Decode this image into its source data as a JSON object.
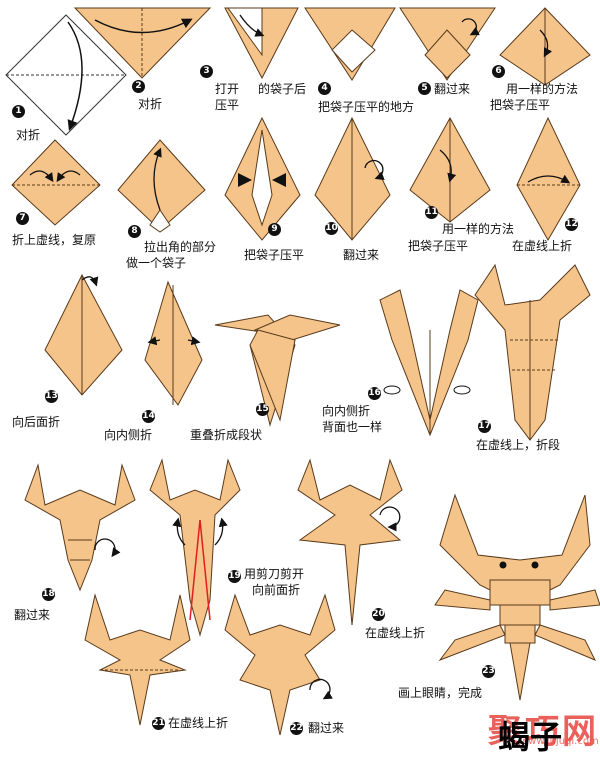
{
  "colors": {
    "paper": "#f5c48a",
    "edge": "#5a3a1a",
    "arrow": "#111111",
    "cut": "#e02020",
    "watermark": "#e8514a"
  },
  "title": "蝎子",
  "watermark": {
    "brand": "聚巧网",
    "url": "www.jujuqi.com"
  },
  "steps": [
    {
      "n": "1",
      "label": "对折"
    },
    {
      "n": "2",
      "label": "对折"
    },
    {
      "n": "3",
      "label": "打开的袋子后压平"
    },
    {
      "n": "4",
      "label": "把袋子压平的地方"
    },
    {
      "n": "5",
      "label": "翻过来"
    },
    {
      "n": "6",
      "label": "用一样的方法把袋子压平"
    },
    {
      "n": "7",
      "label": "折上虚线，复原"
    },
    {
      "n": "8",
      "label": "拉出角的部分做一个袋子"
    },
    {
      "n": "9",
      "label": "把袋子压平"
    },
    {
      "n": "10",
      "label": "翻过来"
    },
    {
      "n": "11",
      "label": "用一样的方法把袋子压平"
    },
    {
      "n": "12",
      "label": "在虚线上折"
    },
    {
      "n": "13",
      "label": "向后面折"
    },
    {
      "n": "14",
      "label": "向内侧折"
    },
    {
      "n": "15",
      "label": "重叠折成段状"
    },
    {
      "n": "16",
      "label": "向内侧折背面也一样"
    },
    {
      "n": "17",
      "label": "在虚线上，折段"
    },
    {
      "n": "18",
      "label": "翻过来"
    },
    {
      "n": "19",
      "label": "用剪刀剪开向前面折"
    },
    {
      "n": "20",
      "label": "在虚线上折"
    },
    {
      "n": "21",
      "label": "在虚线上折"
    },
    {
      "n": "22",
      "label": "翻过来"
    },
    {
      "n": "23",
      "label": "画上眼睛，完成"
    }
  ],
  "labels": {
    "s1": "对折",
    "s2": "对折",
    "s3a": "打开",
    "s3b": "的袋子后",
    "s3c": "压平",
    "s4": "把袋子压平的地方",
    "s5": "翻过来",
    "s6a": "用一样的方法",
    "s6b": "把袋子压平",
    "s7": "折上虚线，复原",
    "s8a": "拉出角的部分",
    "s8b": "做一个袋子",
    "s9": "把袋子压平",
    "s10": "翻过来",
    "s11a": "用一样的方法",
    "s11b": "把袋子压平",
    "s12": "在虚线上折",
    "s13": "向后面折",
    "s14": "向内侧折",
    "s15": "重叠折成段状",
    "s16a": "向内侧折",
    "s16b": "背面也一样",
    "s17": "在虚线上，折段",
    "s18": "翻过来",
    "s19a": "用剪刀剪开",
    "s19b": "向前面折",
    "s20": "在虚线上折",
    "s21": "在虚线上折",
    "s22": "翻过来",
    "s23": "画上眼睛，完成"
  }
}
